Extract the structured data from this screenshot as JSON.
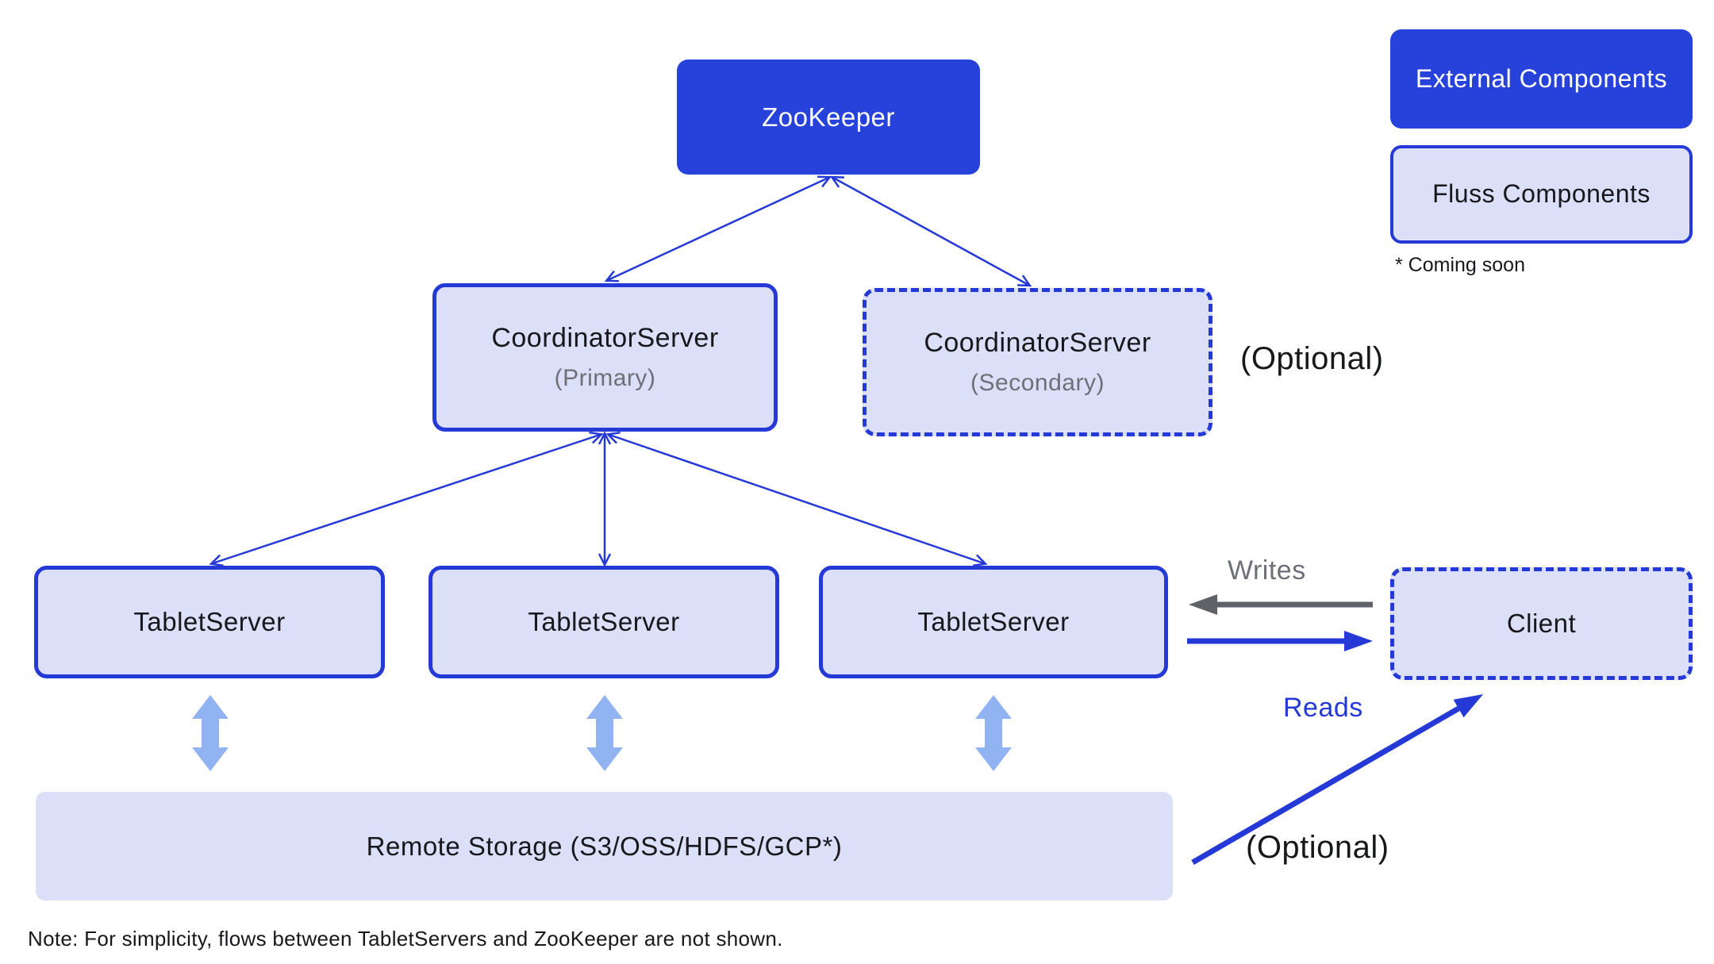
{
  "diagram": {
    "nodes": {
      "zookeeper": {
        "label": "ZooKeeper"
      },
      "coordinator_primary": {
        "title": "CoordinatorServer",
        "subtitle": "(Primary)"
      },
      "coordinator_secondary": {
        "title": "CoordinatorServer",
        "subtitle": "(Secondary)",
        "annotation": "(Optional)"
      },
      "tablet_server_1": {
        "label": "TabletServer"
      },
      "tablet_server_2": {
        "label": "TabletServer"
      },
      "tablet_server_3": {
        "label": "TabletServer"
      },
      "client": {
        "label": "Client"
      },
      "remote_storage": {
        "label": "Remote Storage (S3/OSS/HDFS/GCP*)",
        "annotation": "(Optional)"
      }
    },
    "flows": {
      "writes_label": "Writes",
      "reads_label": "Reads"
    },
    "legend": {
      "external": "External Components",
      "fluss": "Fluss Components",
      "coming_soon": "* Coming soon"
    },
    "note": "Note: For simplicity, flows between TabletServers and ZooKeeper are not shown.",
    "colors": {
      "external_fill": "#2742da",
      "fluss_fill": "#dbdff8",
      "line_blue": "#2439d6",
      "arrow_gray": "#5f6269",
      "arrow_light_blue": "#92b3f1",
      "muted_text": "#6d7077"
    }
  }
}
